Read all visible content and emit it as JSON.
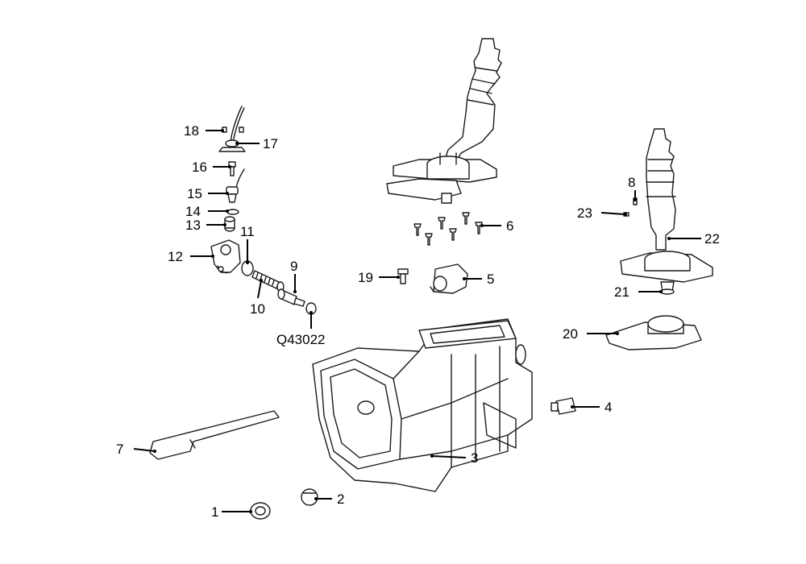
{
  "diagram": {
    "labels": {
      "p1": "1",
      "p2": "2",
      "p3": "3",
      "p4": "4",
      "p5": "5",
      "p6": "6",
      "p7": "7",
      "p8": "8",
      "p9": "9",
      "p10": "10",
      "p11": "11",
      "p12": "12",
      "p13": "13",
      "p14": "14",
      "p15": "15",
      "p16": "16",
      "p17": "17",
      "p18": "18",
      "p19": "19",
      "p20": "20",
      "p21": "21",
      "p22": "22",
      "p23": "23",
      "code": "Q43022"
    }
  }
}
